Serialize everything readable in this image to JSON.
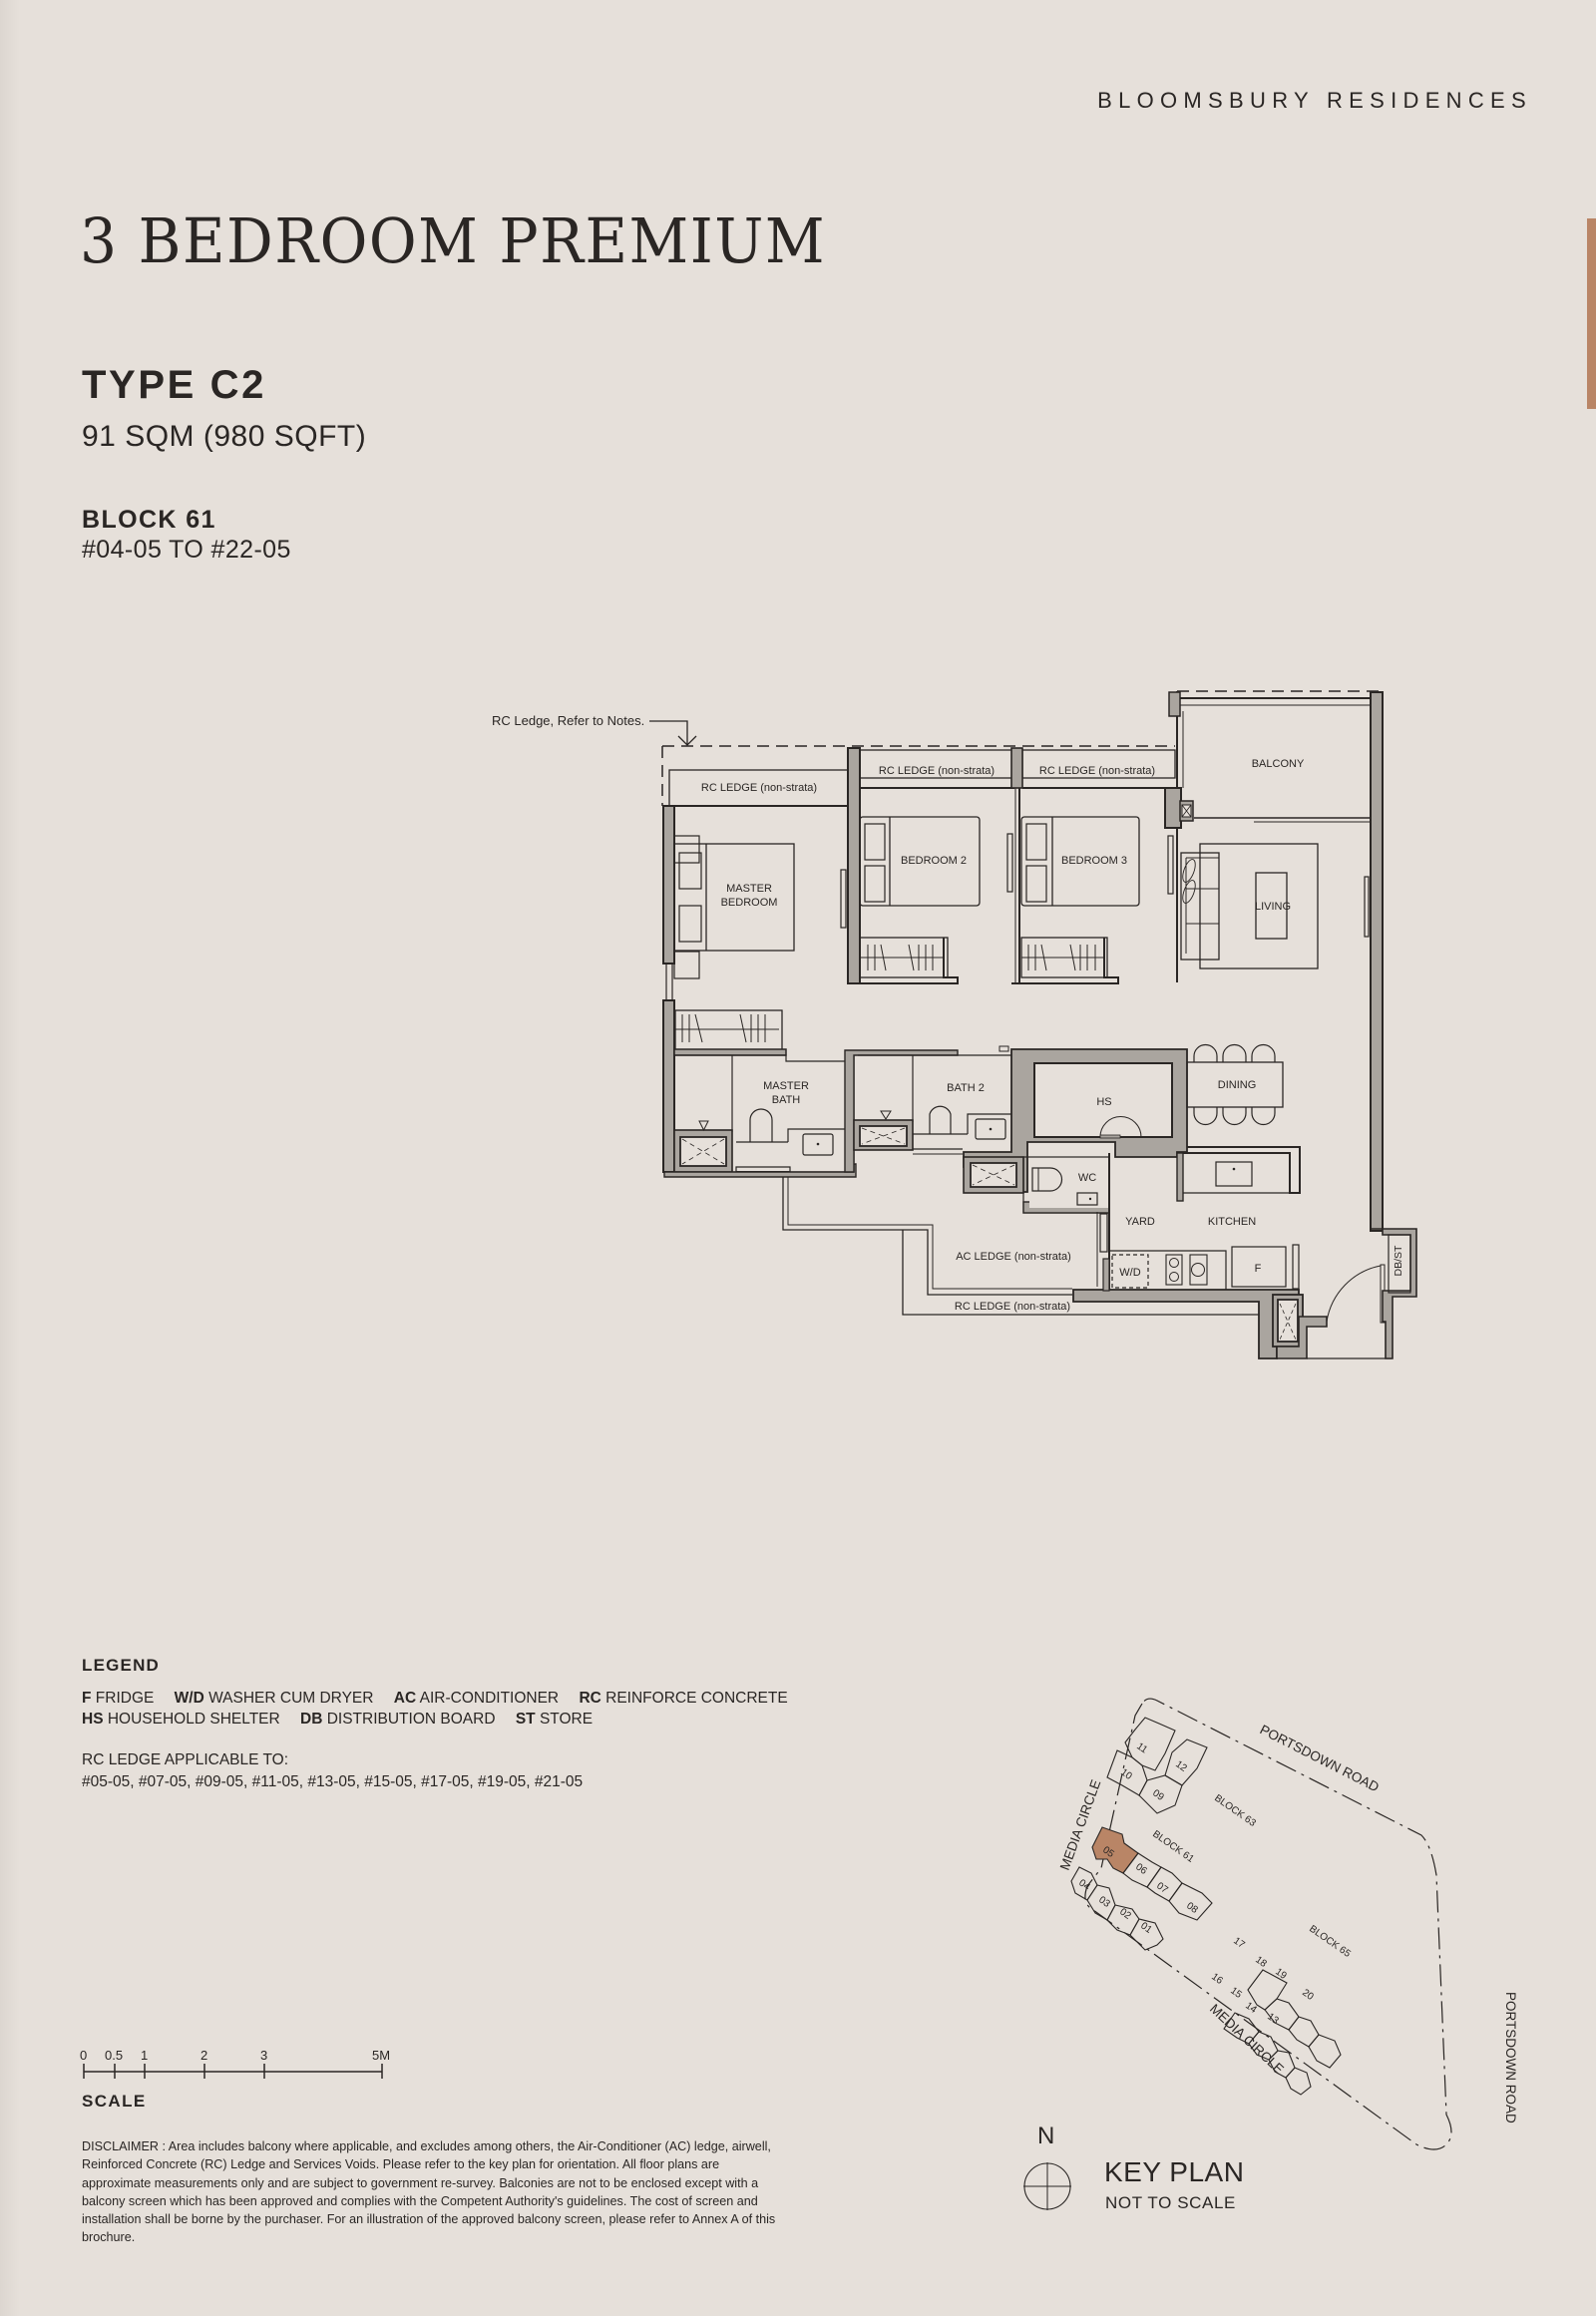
{
  "header": {
    "brand": "BLOOMSBURY RESIDENCES"
  },
  "unit": {
    "category": "3 BEDROOM PREMIUM",
    "type": "TYPE C2",
    "area": "91 SQM (980 SQFT)",
    "block": "BLOCK 61",
    "units": "#04-05 TO #22-05"
  },
  "colors": {
    "background": "#e6e0da",
    "accent": "#b98566",
    "text": "#2a2624",
    "wall_fill": "#aaa59f",
    "line": "#2a2624"
  },
  "floor_plan": {
    "callout": "RC Ledge, Refer to Notes.",
    "rooms": {
      "rc_ledge_master": "RC LEDGE (non-strata)",
      "rc_ledge_bed2": "RC LEDGE (non-strata)",
      "rc_ledge_bed3": "RC LEDGE (non-strata)",
      "balcony": "BALCONY",
      "master_bedroom_1": "MASTER",
      "master_bedroom_2": "BEDROOM",
      "bedroom2": "BEDROOM 2",
      "bedroom3": "BEDROOM 3",
      "living": "LIVING",
      "master_bath_1": "MASTER",
      "master_bath_2": "BATH",
      "bath2": "BATH 2",
      "hs": "HS",
      "dining": "DINING",
      "wc": "WC",
      "yard": "YARD",
      "kitchen": "KITCHEN",
      "wd": "W/D",
      "fridge": "F",
      "dbst": "DB/ST",
      "ac_ledge": "AC LEDGE (non-strata)",
      "rc_ledge_bottom": "RC LEDGE (non-strata)"
    }
  },
  "legend": {
    "title": "LEGEND",
    "row1": [
      {
        "abbr": "F",
        "label": "FRIDGE"
      },
      {
        "abbr": "W/D",
        "label": "WASHER CUM DRYER"
      },
      {
        "abbr": "AC",
        "label": "AIR-CONDITIONER"
      },
      {
        "abbr": "RC",
        "label": "REINFORCE CONCRETE"
      }
    ],
    "row2": [
      {
        "abbr": "HS",
        "label": "HOUSEHOLD SHELTER"
      },
      {
        "abbr": "DB",
        "label": "DISTRIBUTION BOARD"
      },
      {
        "abbr": "ST",
        "label": "STORE"
      }
    ],
    "rc_ledge_title": "RC LEDGE APPLICABLE TO:",
    "rc_ledge_units": "#05-05, #07-05, #09-05, #11-05, #13-05, #15-05, #17-05, #19-05, #21-05"
  },
  "scale": {
    "label": "SCALE",
    "ticks": [
      "0",
      "0.5",
      "1",
      "2",
      "3",
      "5M"
    ]
  },
  "disclaimer": "DISCLAIMER : Area includes balcony where applicable, and excludes among others, the Air-Conditioner (AC) ledge, airwell, Reinforced Concrete (RC) Ledge and Services Voids. Please refer to the key plan for orientation. All floor plans are approximate measurements only and are subject to government re-survey. Balconies are not to be enclosed except with a balcony screen which has been approved and complies with the Competent Authority's guidelines. The cost of screen and installation shall be borne by the purchaser. For an illustration of the approved balcony screen, please refer to Annex A of this brochure.",
  "key_plan": {
    "title": "KEY PLAN",
    "subtitle": "NOT TO SCALE",
    "north": "N",
    "roads": {
      "portsdown_top": "PORTSDOWN ROAD",
      "portsdown_right": "PORTSDOWN ROAD",
      "media_left": "MEDIA CIRCLE",
      "media_bottom": "MEDIA CIRCLE"
    },
    "blocks": {
      "b63": "BLOCK 63",
      "b61": "BLOCK 61",
      "b65": "BLOCK 65"
    },
    "highlighted_unit": "05",
    "units": {
      "u01": "01",
      "u02": "02",
      "u03": "03",
      "u04": "04",
      "u05": "05",
      "u06": "06",
      "u07": "07",
      "u08": "08",
      "u09": "09",
      "u10": "10",
      "u11": "11",
      "u12": "12",
      "u13": "13",
      "u14": "14",
      "u15": "15",
      "u16": "16",
      "u17": "17",
      "u18": "18",
      "u19": "19",
      "u20": "20"
    }
  }
}
